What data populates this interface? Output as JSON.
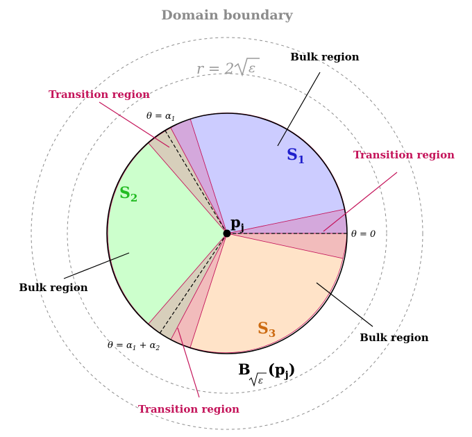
{
  "title": "Domain boundary",
  "radius_label": {
    "prefix": "r = 2",
    "root": "ε"
  },
  "ball_label": {
    "main": "B",
    "sub_root": "ε",
    "arg": "(p",
    "arg_sub": "j",
    "close": ")"
  },
  "center_label": {
    "main": "p",
    "sub": "j"
  },
  "regions": {
    "s1": {
      "main": "S",
      "sub": "1",
      "color": "#1f1fcc",
      "fill": "#ccccff"
    },
    "s2": {
      "main": "S",
      "sub": "2",
      "color": "#22bb22",
      "fill": "#ccffcc"
    },
    "s3": {
      "main": "S",
      "sub": "3",
      "color": "#cc6a10",
      "fill": "#ffe3c8"
    }
  },
  "overlap_fills": {
    "purple": "#d4a8dc",
    "pink": "#f2bcbc",
    "olive": "#d7cfbb"
  },
  "accent_color": "#c4145a",
  "annotations": {
    "bulk": "Bulk region",
    "transition": "Transition region"
  },
  "angle_labels": {
    "theta_zero": "θ = 0",
    "theta_alpha1": {
      "text": "θ = α",
      "sub": "1"
    },
    "theta_sum": {
      "text": "θ = α",
      "sub1": "1",
      "mid": " + α",
      "sub2": "2"
    }
  }
}
